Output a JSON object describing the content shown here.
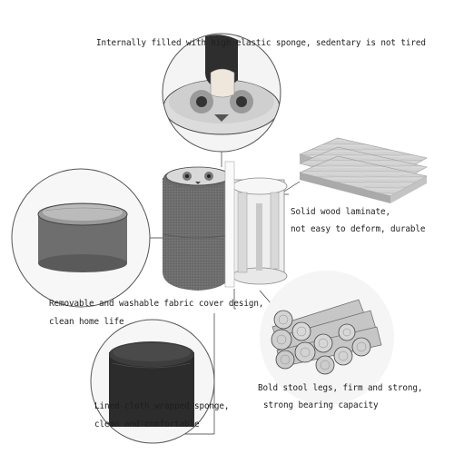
{
  "callouts": {
    "top": "Internally filled with high-elastic sponge, sedentary is not tired",
    "wood_line1": "Solid wood laminate,",
    "wood_line2": "not easy to deform, durable",
    "fabric_line1": "Removable and washable fabric cover design,",
    "fabric_line2": "clean home life",
    "legs_line1": "Bold stool legs, firm and strong,",
    "legs_line2": "strong bearing capacity",
    "cloth_line1": "Lined cloth wrapped sponge,",
    "cloth_line2": "clean and comfortable"
  },
  "colors": {
    "fabric": "#6f6f6f",
    "fabric_dark": "#585858",
    "wood": "#e4e4e4",
    "leader": "#333333"
  }
}
